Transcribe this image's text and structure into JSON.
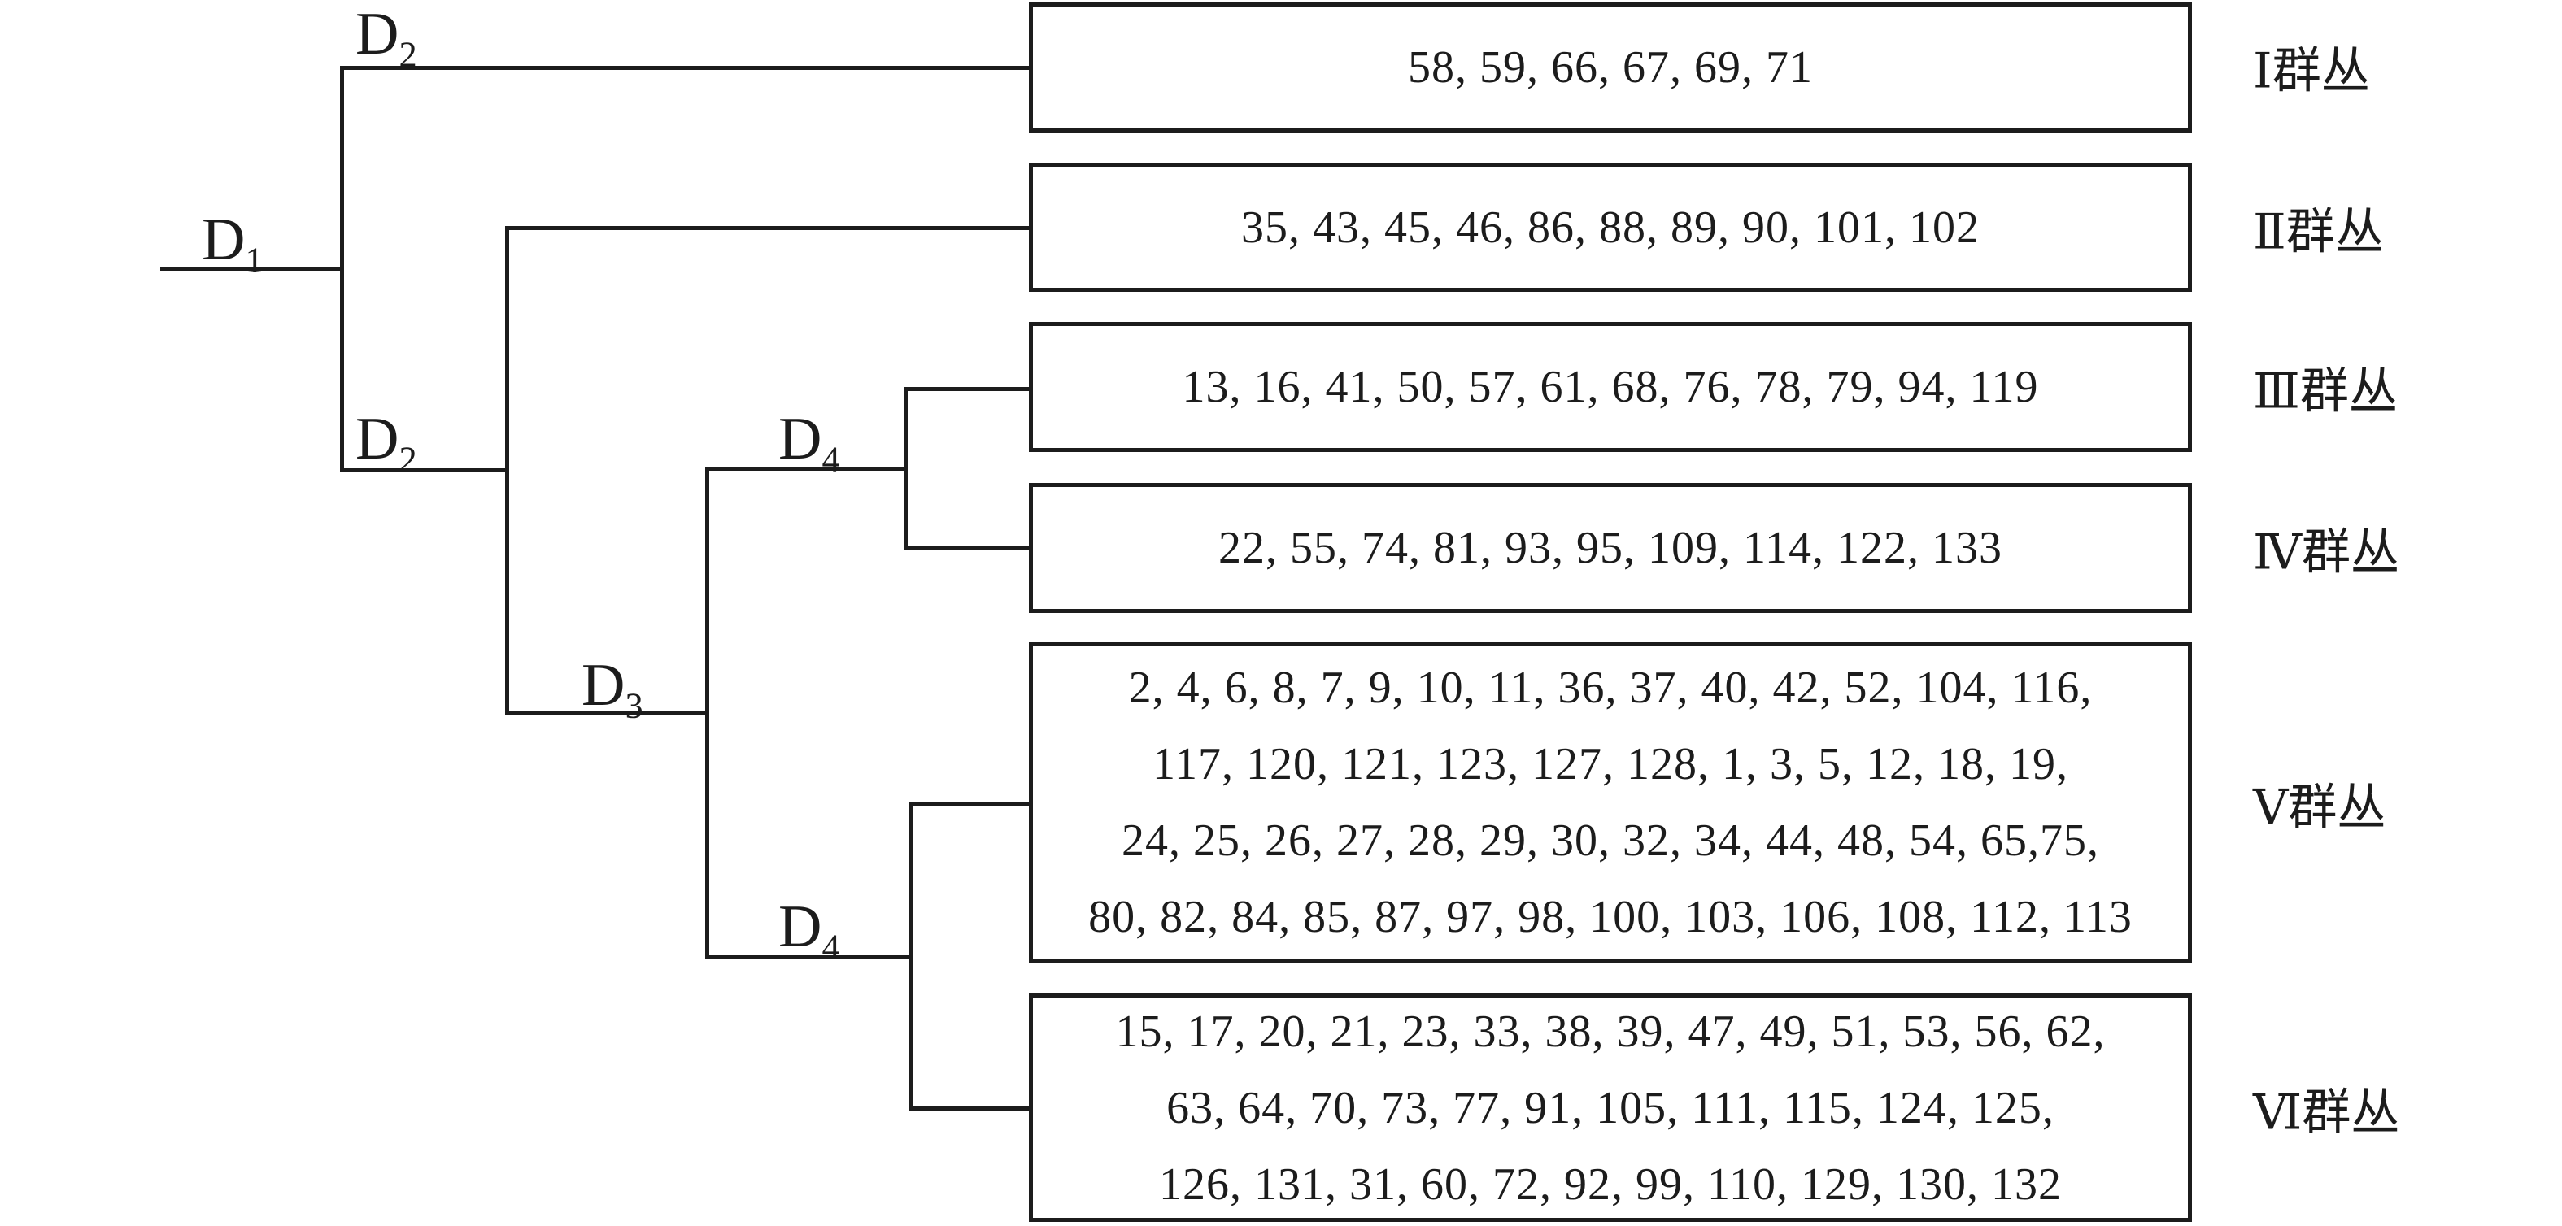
{
  "figure": {
    "type": "hierarchical-cluster-dendrogram",
    "line_color": "#1c1c1c",
    "background_color": "#ffffff"
  },
  "nodes": {
    "d1": {
      "base": "D",
      "sub": "1"
    },
    "d2_top": {
      "base": "D",
      "sub": "2"
    },
    "d2_bottom": {
      "base": "D",
      "sub": "2"
    },
    "d3": {
      "base": "D",
      "sub": "3"
    },
    "d4_top": {
      "base": "D",
      "sub": "4"
    },
    "d4_bottom": {
      "base": "D",
      "sub": "4"
    }
  },
  "clusters": [
    {
      "label": "Ⅰ群丛",
      "lines": [
        "58, 59, 66, 67, 69, 71"
      ]
    },
    {
      "label": "Ⅱ群丛",
      "lines": [
        "35, 43, 45, 46, 86, 88, 89, 90, 101, 102"
      ]
    },
    {
      "label": "Ⅲ群丛",
      "lines": [
        "13, 16, 41, 50, 57, 61, 68, 76, 78, 79, 94, 119"
      ]
    },
    {
      "label": "Ⅳ群丛",
      "lines": [
        "22, 55, 74, 81, 93, 95, 109, 114, 122, 133"
      ]
    },
    {
      "label": "Ⅴ群丛",
      "lines": [
        "2, 4, 6, 8, 7, 9, 10, 11, 36, 37, 40, 42, 52, 104, 116,",
        "117, 120, 121, 123, 127, 128, 1, 3, 5, 12, 18, 19,",
        "24, 25, 26, 27, 28, 29, 30, 32, 34, 44, 48, 54, 65,75,",
        "80, 82, 84, 85, 87, 97, 98, 100, 103, 106, 108, 112, 113"
      ]
    },
    {
      "label": "Ⅵ群丛",
      "lines": [
        "15, 17, 20, 21, 23, 33, 38, 39, 47, 49, 51, 53, 56, 62,",
        "63, 64, 70, 73, 77, 91, 105, 111, 115, 124, 125,",
        "126, 131, 31, 60, 72, 92, 99, 110, 129, 130, 132"
      ]
    }
  ]
}
